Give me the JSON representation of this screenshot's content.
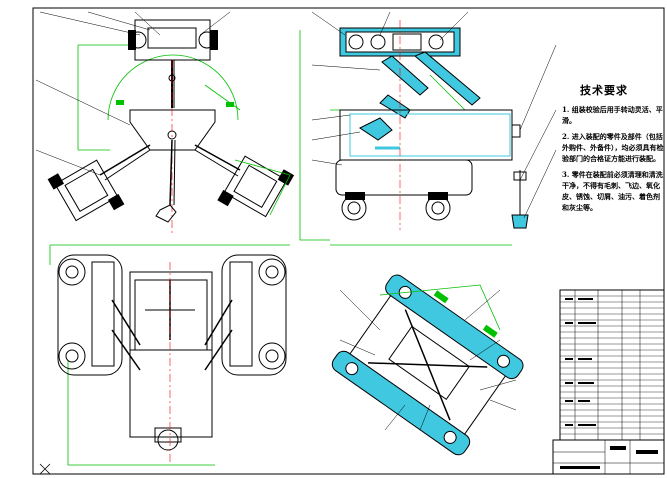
{
  "drawing": {
    "type": "engineering assembly drawing",
    "views": [
      "top-view",
      "front-view",
      "plan-view",
      "oblique-view"
    ],
    "colors": {
      "line": "#000000",
      "dimension": "#00c000",
      "highlight": "#40c8e0",
      "centerline": "#ff0000",
      "background": "#ffffff"
    }
  },
  "notes": {
    "title": "技术要求",
    "items": [
      "1. 组装校验后用手转动灵活、平滑。",
      "2. 进入装配的零件及部件（包括外购件、外备件），均必须具有检验部门的合格证方能进行装配。",
      "3. 零件在装配前必须清理和清洗干净，不得有毛刺、飞边、氧化皮、锈蚀、切屑、油污、着色剂和灰尘等。"
    ]
  }
}
